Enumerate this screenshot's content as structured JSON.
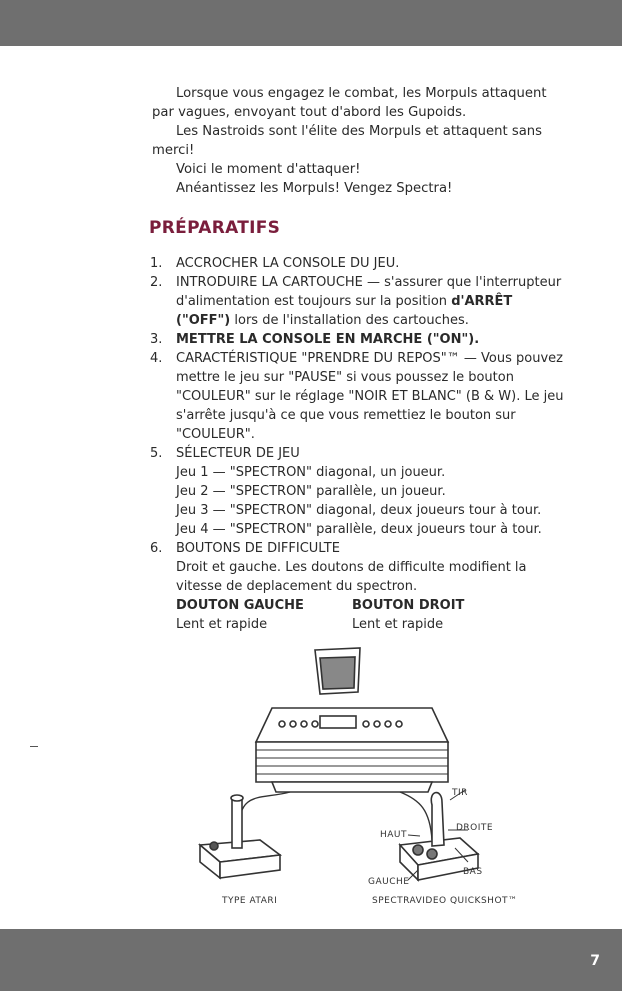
{
  "intro": [
    "Lorsque vous engagez le combat, les Morpuls attaquent par vagues, envoyant tout d'abord les Gupoids.",
    "Les Nastroids sont l'élite des Morpuls et attaquent sans merci!",
    "Voici le moment d'attaquer!",
    "Anéantissez les Morpuls! Vengez Spectra!"
  ],
  "heading": "PRÉPARATIFS",
  "items": {
    "i1": {
      "num": "1.",
      "text": "ACCROCHER LA CONSOLE DU JEU."
    },
    "i2": {
      "num": "2.",
      "text_a": "INTRODUIRE LA CARTOUCHE — s'assurer que l'interrupteur d'alimentation est toujours sur la position ",
      "bold": "d'ARRÊT (\"OFF\")",
      "text_b": " lors de l'installation des cartouches."
    },
    "i3": {
      "num": "3.",
      "text": "METTRE LA CONSOLE EN MARCHE (\"ON\")."
    },
    "i4": {
      "num": "4.",
      "text": "CARACTÉRISTIQUE \"PRENDRE DU REPOS\"™ — Vous pouvez mettre le jeu sur \"PAUSE\" si vous poussez le bouton \"COULEUR\" sur le réglage \"NOIR ET BLANC\" (B & W). Le jeu s'arrête jusqu'à ce que vous remettiez le bouton sur \"COULEUR\"."
    },
    "i5": {
      "num": "5.",
      "text": "SÉLECTEUR DE JEU",
      "games": [
        "Jeu 1 — \"SPECTRON\" diagonal, un joueur.",
        "Jeu 2 — \"SPECTRON\" parallèle, un joueur.",
        "Jeu 3 — \"SPECTRON\" diagonal, deux joueurs tour à tour.",
        "Jeu 4 — \"SPECTRON\" parallèle, deux joueurs tour à tour."
      ]
    },
    "i6": {
      "num": "6.",
      "text": "BOUTONS DE DIFFICULTE",
      "desc": "Droit et gauche. Les doutons de difficulte modifient la vitesse de deplacement du spectron.",
      "left_head": "DOUTON GAUCHE",
      "right_head": "BOUTON DROIT",
      "left_val": "Lent et rapide",
      "right_val": "Lent et rapide"
    }
  },
  "illustration": {
    "tir": "TIR",
    "droite": "DROITE",
    "haut": "HAUT",
    "bas": "BAS",
    "gauche": "GAUCHE",
    "type_atari": "TYPE ATARI",
    "quickshot": "SPECTRAVIDEO QUICKSHOT™"
  },
  "page_number": "7"
}
